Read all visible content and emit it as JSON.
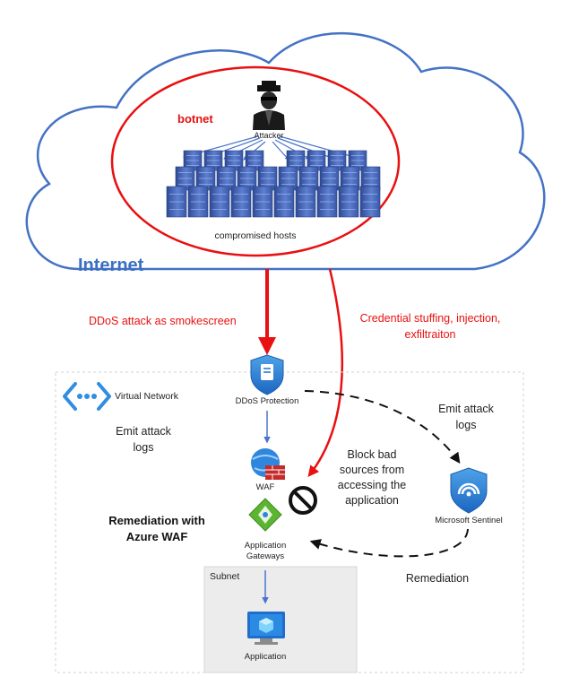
{
  "labels": {
    "internet": "Internet",
    "botnet": "botnet",
    "attacker": "Attacker",
    "compromised_hosts": "compromised hosts",
    "ddos_attack": "DDoS attack as smokescreen",
    "credential_line1": "Credential stuffing, injection,",
    "credential_line2": "exfiltraiton",
    "virtual_network": "Virtual Network",
    "ddos_protection": "DDoS Protection",
    "emit_logs_left_1": "Emit attack",
    "emit_logs_left_2": "logs",
    "emit_logs_right_1": "Emit attack",
    "emit_logs_right_2": "logs",
    "waf": "WAF",
    "block_1": "Block bad",
    "block_2": "sources from",
    "block_3": "accessing the",
    "block_4": "application",
    "remediation_waf_1": "Remediation with",
    "remediation_waf_2": "Azure WAF",
    "app_gateways_1": "Application",
    "app_gateways_2": "Gateways",
    "microsoft_sentinel": "Microsoft Sentinel",
    "remediation": "Remediation",
    "subnet": "Subnet",
    "application": "Application"
  },
  "colors": {
    "cloud_outline": "#4472c4",
    "internet_text": "#3b6fc4",
    "attack_red": "#e81010",
    "azure_blue": "#1f73c8",
    "server_blue": "#3f5fae"
  }
}
